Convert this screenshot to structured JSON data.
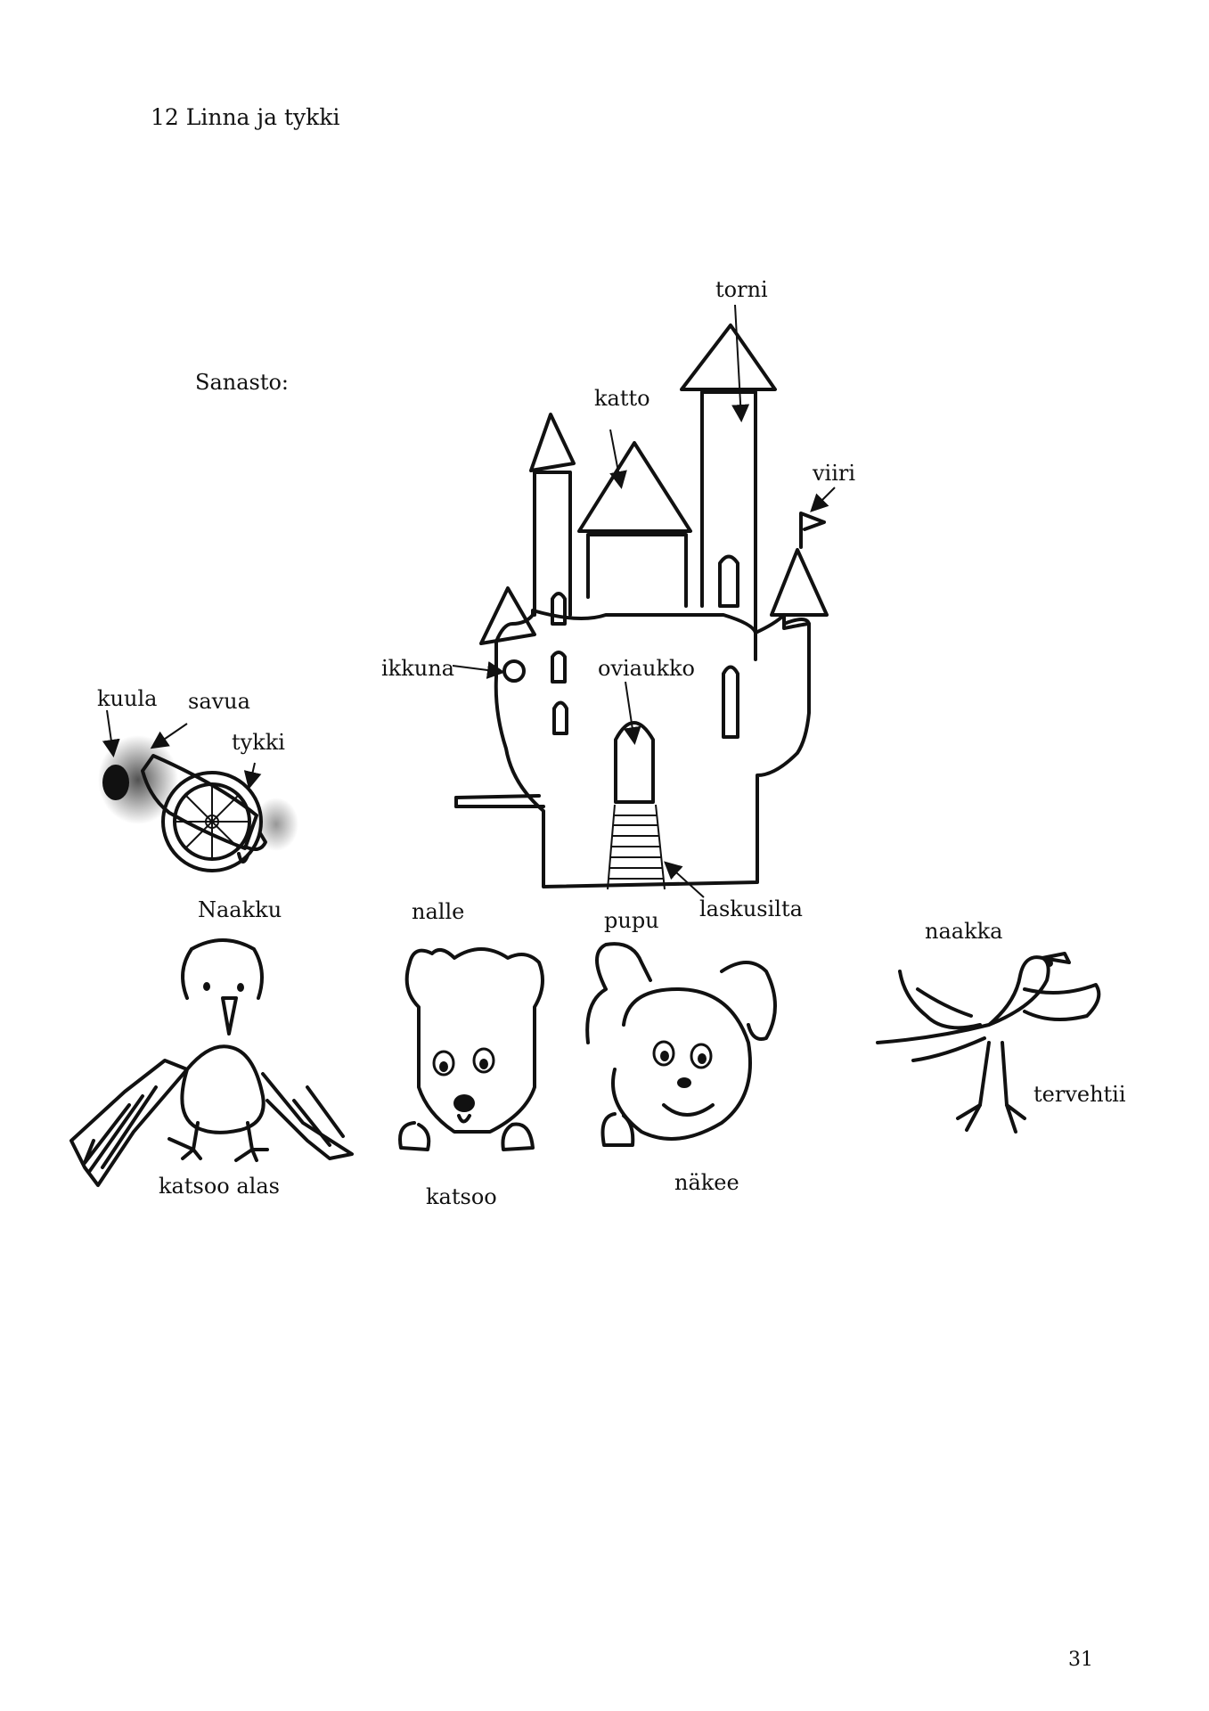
{
  "page": {
    "title": "12 Linna ja tykki",
    "section_label": "Sanasto:",
    "page_number": "31"
  },
  "castle_labels": {
    "torni": "torni",
    "katto": "katto",
    "viiri": "viiri",
    "ikkuna": "ikkuna",
    "oviaukko": "oviaukko",
    "laskusilta": "laskusilta"
  },
  "cannon_labels": {
    "kuula": "kuula",
    "savua": "savua",
    "tykki": "tykki"
  },
  "animal_labels": {
    "naakku_name": "Naakku",
    "naakku_action": "katsoo alas",
    "nalle_name": "nalle",
    "nalle_action": "katsoo",
    "pupu_name": "pupu",
    "pupu_action": "näkee",
    "naakka_name": "naakka",
    "naakka_action": "tervehtii"
  }
}
